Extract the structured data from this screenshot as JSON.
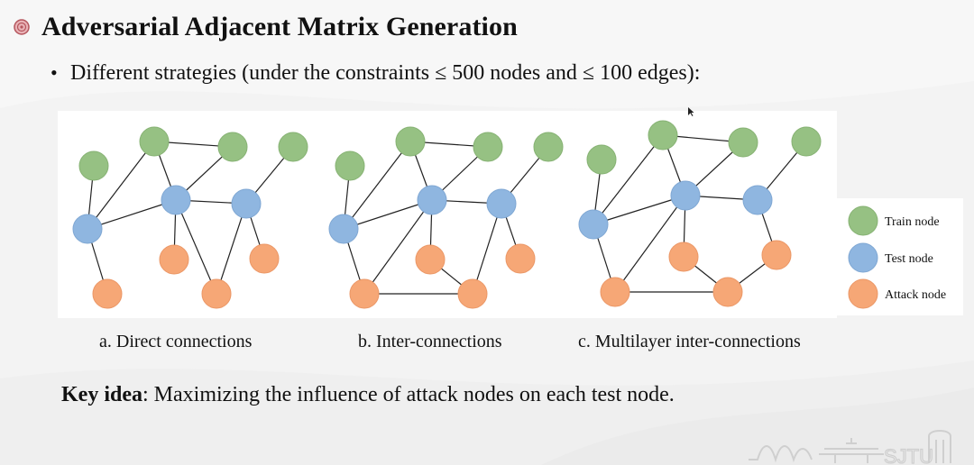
{
  "slide": {
    "title": "Adversarial Adjacent Matrix Generation",
    "bullet": "Different strategies (under the constraints ≤ 500 nodes and ≤ 100 edges):",
    "key_idea_label": "Key idea",
    "key_idea_text": ": Maximizing the influence of attack nodes on each test node."
  },
  "legend": [
    {
      "label": "Train node",
      "color": "#96c183"
    },
    {
      "label": "Test node",
      "color": "#8fb6e0"
    },
    {
      "label": "Attack node",
      "color": "#f6a776"
    }
  ],
  "diagrams": [
    {
      "caption": "a. Direct connections",
      "nodes": {
        "t1": {
          "type": "train"
        },
        "t2": {
          "type": "train"
        },
        "t3": {
          "type": "train"
        },
        "t4": {
          "type": "train"
        },
        "s1": {
          "type": "test"
        },
        "s2": {
          "type": "test"
        },
        "s3": {
          "type": "test"
        },
        "a1": {
          "type": "attack"
        },
        "a2": {
          "type": "attack"
        },
        "a3": {
          "type": "attack"
        },
        "a4": {
          "type": "attack"
        }
      },
      "edges": [
        [
          "t1",
          "s1"
        ],
        [
          "t2",
          "s1"
        ],
        [
          "t2",
          "t3"
        ],
        [
          "t2",
          "s2"
        ],
        [
          "t3",
          "s2"
        ],
        [
          "s1",
          "s2"
        ],
        [
          "s2",
          "s3"
        ],
        [
          "t4",
          "s3"
        ],
        [
          "s1",
          "a1"
        ],
        [
          "s2",
          "a2"
        ],
        [
          "s2",
          "a3"
        ],
        [
          "s3",
          "a3"
        ],
        [
          "s3",
          "a4"
        ]
      ]
    },
    {
      "caption": "b. Inter-connections",
      "nodes": {
        "t1": {
          "type": "train"
        },
        "t2": {
          "type": "train"
        },
        "t3": {
          "type": "train"
        },
        "t4": {
          "type": "train"
        },
        "s1": {
          "type": "test"
        },
        "s2": {
          "type": "test"
        },
        "s3": {
          "type": "test"
        },
        "a1": {
          "type": "attack"
        },
        "a2": {
          "type": "attack"
        },
        "a3": {
          "type": "attack"
        },
        "a4": {
          "type": "attack"
        }
      },
      "edges": [
        [
          "t1",
          "s1"
        ],
        [
          "t2",
          "s1"
        ],
        [
          "t2",
          "t3"
        ],
        [
          "t2",
          "s2"
        ],
        [
          "t3",
          "s2"
        ],
        [
          "s1",
          "s2"
        ],
        [
          "s2",
          "s3"
        ],
        [
          "t4",
          "s3"
        ],
        [
          "s1",
          "a1"
        ],
        [
          "s2",
          "a1"
        ],
        [
          "s2",
          "a2"
        ],
        [
          "a1",
          "a3"
        ],
        [
          "a2",
          "a3"
        ],
        [
          "s3",
          "a3"
        ],
        [
          "s3",
          "a4"
        ]
      ]
    },
    {
      "caption": "c. Multilayer inter-connections",
      "nodes": {
        "t1": {
          "type": "train"
        },
        "t2": {
          "type": "train"
        },
        "t3": {
          "type": "train"
        },
        "t4": {
          "type": "train"
        },
        "s1": {
          "type": "test"
        },
        "s2": {
          "type": "test"
        },
        "s3": {
          "type": "test"
        },
        "a1": {
          "type": "attack"
        },
        "a2": {
          "type": "attack"
        },
        "a3": {
          "type": "attack"
        },
        "a4": {
          "type": "attack"
        }
      },
      "edges": [
        [
          "t1",
          "s1"
        ],
        [
          "t2",
          "s1"
        ],
        [
          "t2",
          "t3"
        ],
        [
          "t2",
          "s2"
        ],
        [
          "t3",
          "s2"
        ],
        [
          "s1",
          "s2"
        ],
        [
          "s2",
          "s3"
        ],
        [
          "t4",
          "s3"
        ],
        [
          "s1",
          "a1"
        ],
        [
          "s2",
          "a1"
        ],
        [
          "s2",
          "a2"
        ],
        [
          "a1",
          "a3"
        ],
        [
          "a2",
          "a3"
        ],
        [
          "a3",
          "a4"
        ],
        [
          "s3",
          "a4"
        ]
      ]
    }
  ],
  "logo": {
    "text": "SJTU"
  }
}
